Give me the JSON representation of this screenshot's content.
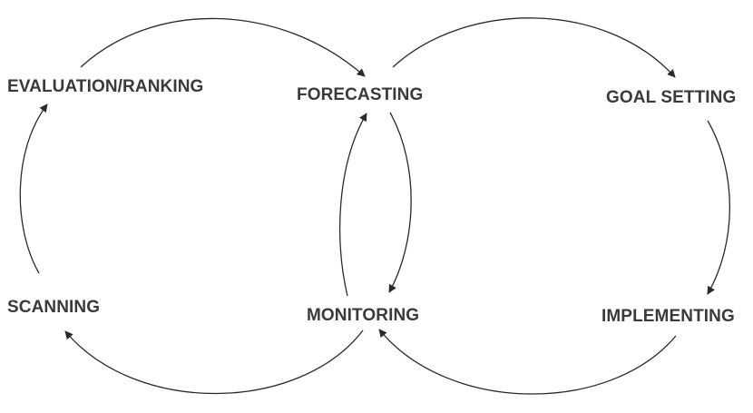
{
  "diagram": {
    "nodes": [
      {
        "id": "evaluation",
        "label": "EVALUATION/RANKING"
      },
      {
        "id": "forecasting",
        "label": "FORECASTING"
      },
      {
        "id": "goal-setting",
        "label": "GOAL SETTING"
      },
      {
        "id": "scanning",
        "label": "SCANNING"
      },
      {
        "id": "monitoring",
        "label": "MONITORING"
      },
      {
        "id": "implementing",
        "label": "IMPLEMENTING"
      }
    ],
    "edges": [
      {
        "from": "scanning",
        "to": "evaluation"
      },
      {
        "from": "evaluation",
        "to": "forecasting"
      },
      {
        "from": "forecasting",
        "to": "monitoring"
      },
      {
        "from": "monitoring",
        "to": "scanning"
      },
      {
        "from": "monitoring",
        "to": "forecasting"
      },
      {
        "from": "forecasting",
        "to": "goal-setting"
      },
      {
        "from": "goal-setting",
        "to": "implementing"
      },
      {
        "from": "implementing",
        "to": "monitoring"
      }
    ],
    "colors": {
      "line": "#2a2a2a",
      "text": "#3a3a3a",
      "background": "#ffffff"
    }
  }
}
